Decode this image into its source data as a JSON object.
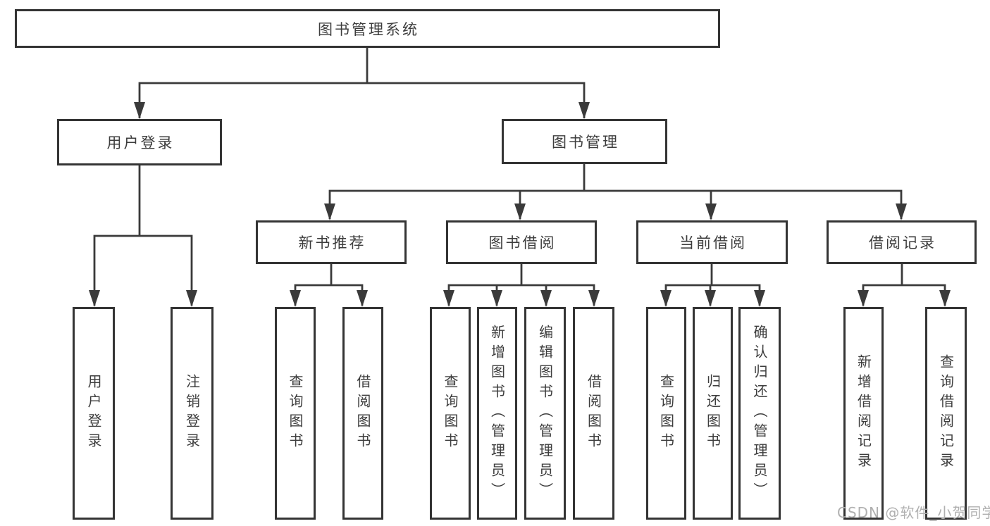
{
  "colors": {
    "line": "#3a3a3a",
    "box_border": "#343434",
    "text": "#3d3d3d",
    "watermark": "#b0b0b0",
    "background": "#ffffff"
  },
  "tree": {
    "root": "图书管理系统",
    "branches": [
      {
        "label": "用户登录",
        "children": [
          "用户登录",
          "注销登录"
        ]
      },
      {
        "label": "图书管理",
        "children": [
          {
            "label": "新书推荐",
            "children": [
              "查询图书",
              "借阅图书"
            ]
          },
          {
            "label": "图书借阅",
            "children": [
              "查询图书",
              "新增图书（管理员）",
              "编辑图书（管理员）",
              "借阅图书"
            ]
          },
          {
            "label": "当前借阅",
            "children": [
              "查询图书",
              "归还图书",
              "确认归还（管理员）"
            ]
          },
          {
            "label": "借阅记录",
            "children": [
              "新增借阅记录",
              "查询借阅记录"
            ]
          }
        ]
      }
    ]
  },
  "watermark": {
    "text": "CSDN @软件_小贺同学"
  }
}
